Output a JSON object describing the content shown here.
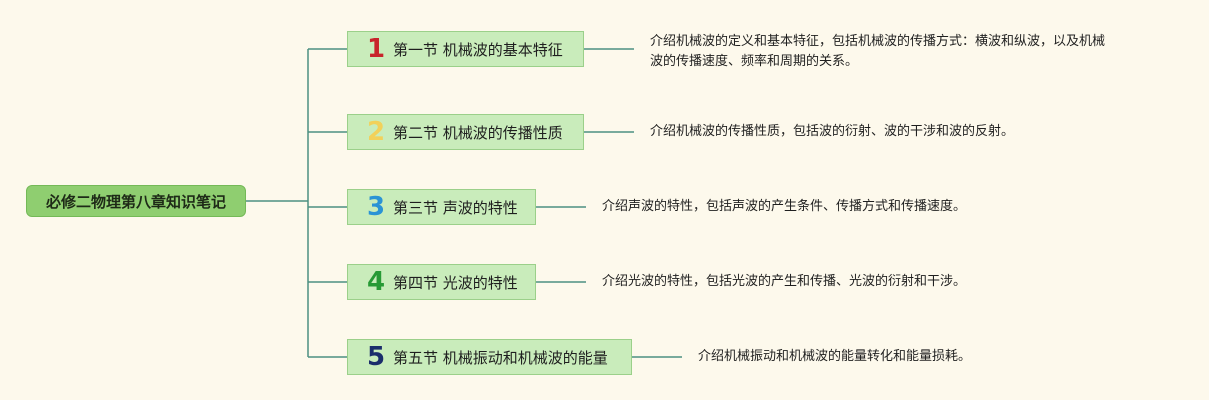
{
  "root": {
    "label": "必修二物理第八章知识笔记"
  },
  "sections": [
    {
      "number": "1",
      "title": "第一节 机械波的基本特征",
      "description_lines": [
        "介绍机械波的定义和基本特征，包括机械波的传播方式：横波和纵波，以及机械",
        "波的传播速度、频率和周期的关系。"
      ],
      "number_color": "#c8242b"
    },
    {
      "number": "2",
      "title": "第二节 机械波的传播性质",
      "description_lines": [
        "介绍机械波的传播性质，包括波的衍射、波的干涉和波的反射。"
      ],
      "number_color": "#f2d15a"
    },
    {
      "number": "3",
      "title": "第三节 声波的特性",
      "description_lines": [
        "介绍声波的特性，包括声波的产生条件、传播方式和传播速度。"
      ],
      "number_color": "#2a93d5"
    },
    {
      "number": "4",
      "title": "第四节 光波的特性",
      "description_lines": [
        "介绍光波的特性，包括光波的产生和传播、光波的衍射和干涉。"
      ],
      "number_color": "#279a35"
    },
    {
      "number": "5",
      "title": "第五节 机械振动和机械波的能量",
      "description_lines": [
        "介绍机械振动和机械波的能量转化和能量损耗。"
      ],
      "number_color": "#1b2d6b"
    }
  ],
  "colors": {
    "background": "#fdf9ec",
    "root_fill": "#8fce70",
    "section_fill": "#c9ecbb",
    "connector": "#4d8f82"
  }
}
